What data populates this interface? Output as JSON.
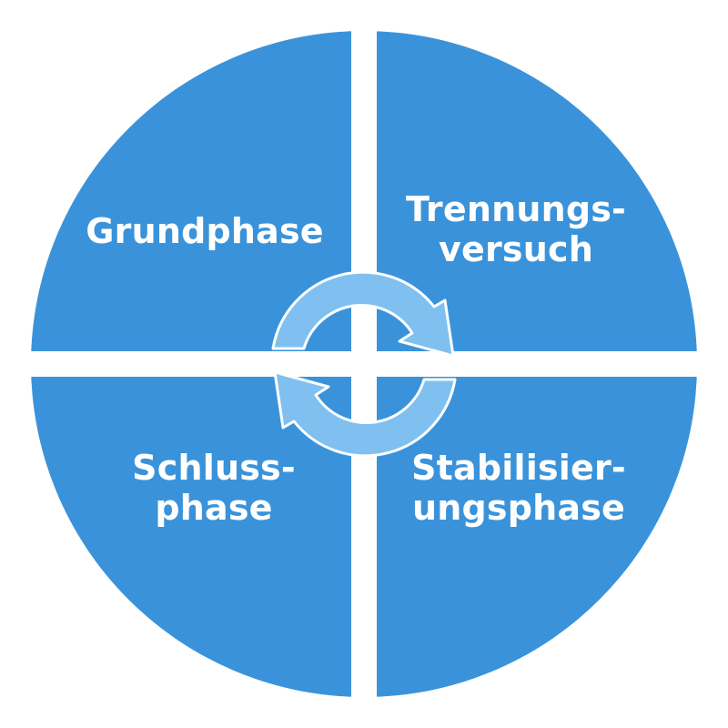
{
  "diagram": {
    "colors": {
      "quadrant": "#3a93da",
      "background": "#ffffff",
      "cycle_ring": "#7fc0f0",
      "cycle_outline": "#ffffff",
      "text": "#ffffff"
    },
    "quadrants": {
      "top_left": {
        "lines": [
          "Grundphase"
        ]
      },
      "top_right": {
        "lines": [
          "Trennungs-",
          "versuch"
        ]
      },
      "bottom_left": {
        "lines": [
          "Schluss-",
          "phase"
        ]
      },
      "bottom_right": {
        "lines": [
          "Stabilisier-",
          "ungsphase"
        ]
      }
    },
    "center_icon": "cycle-arrows-icon"
  }
}
